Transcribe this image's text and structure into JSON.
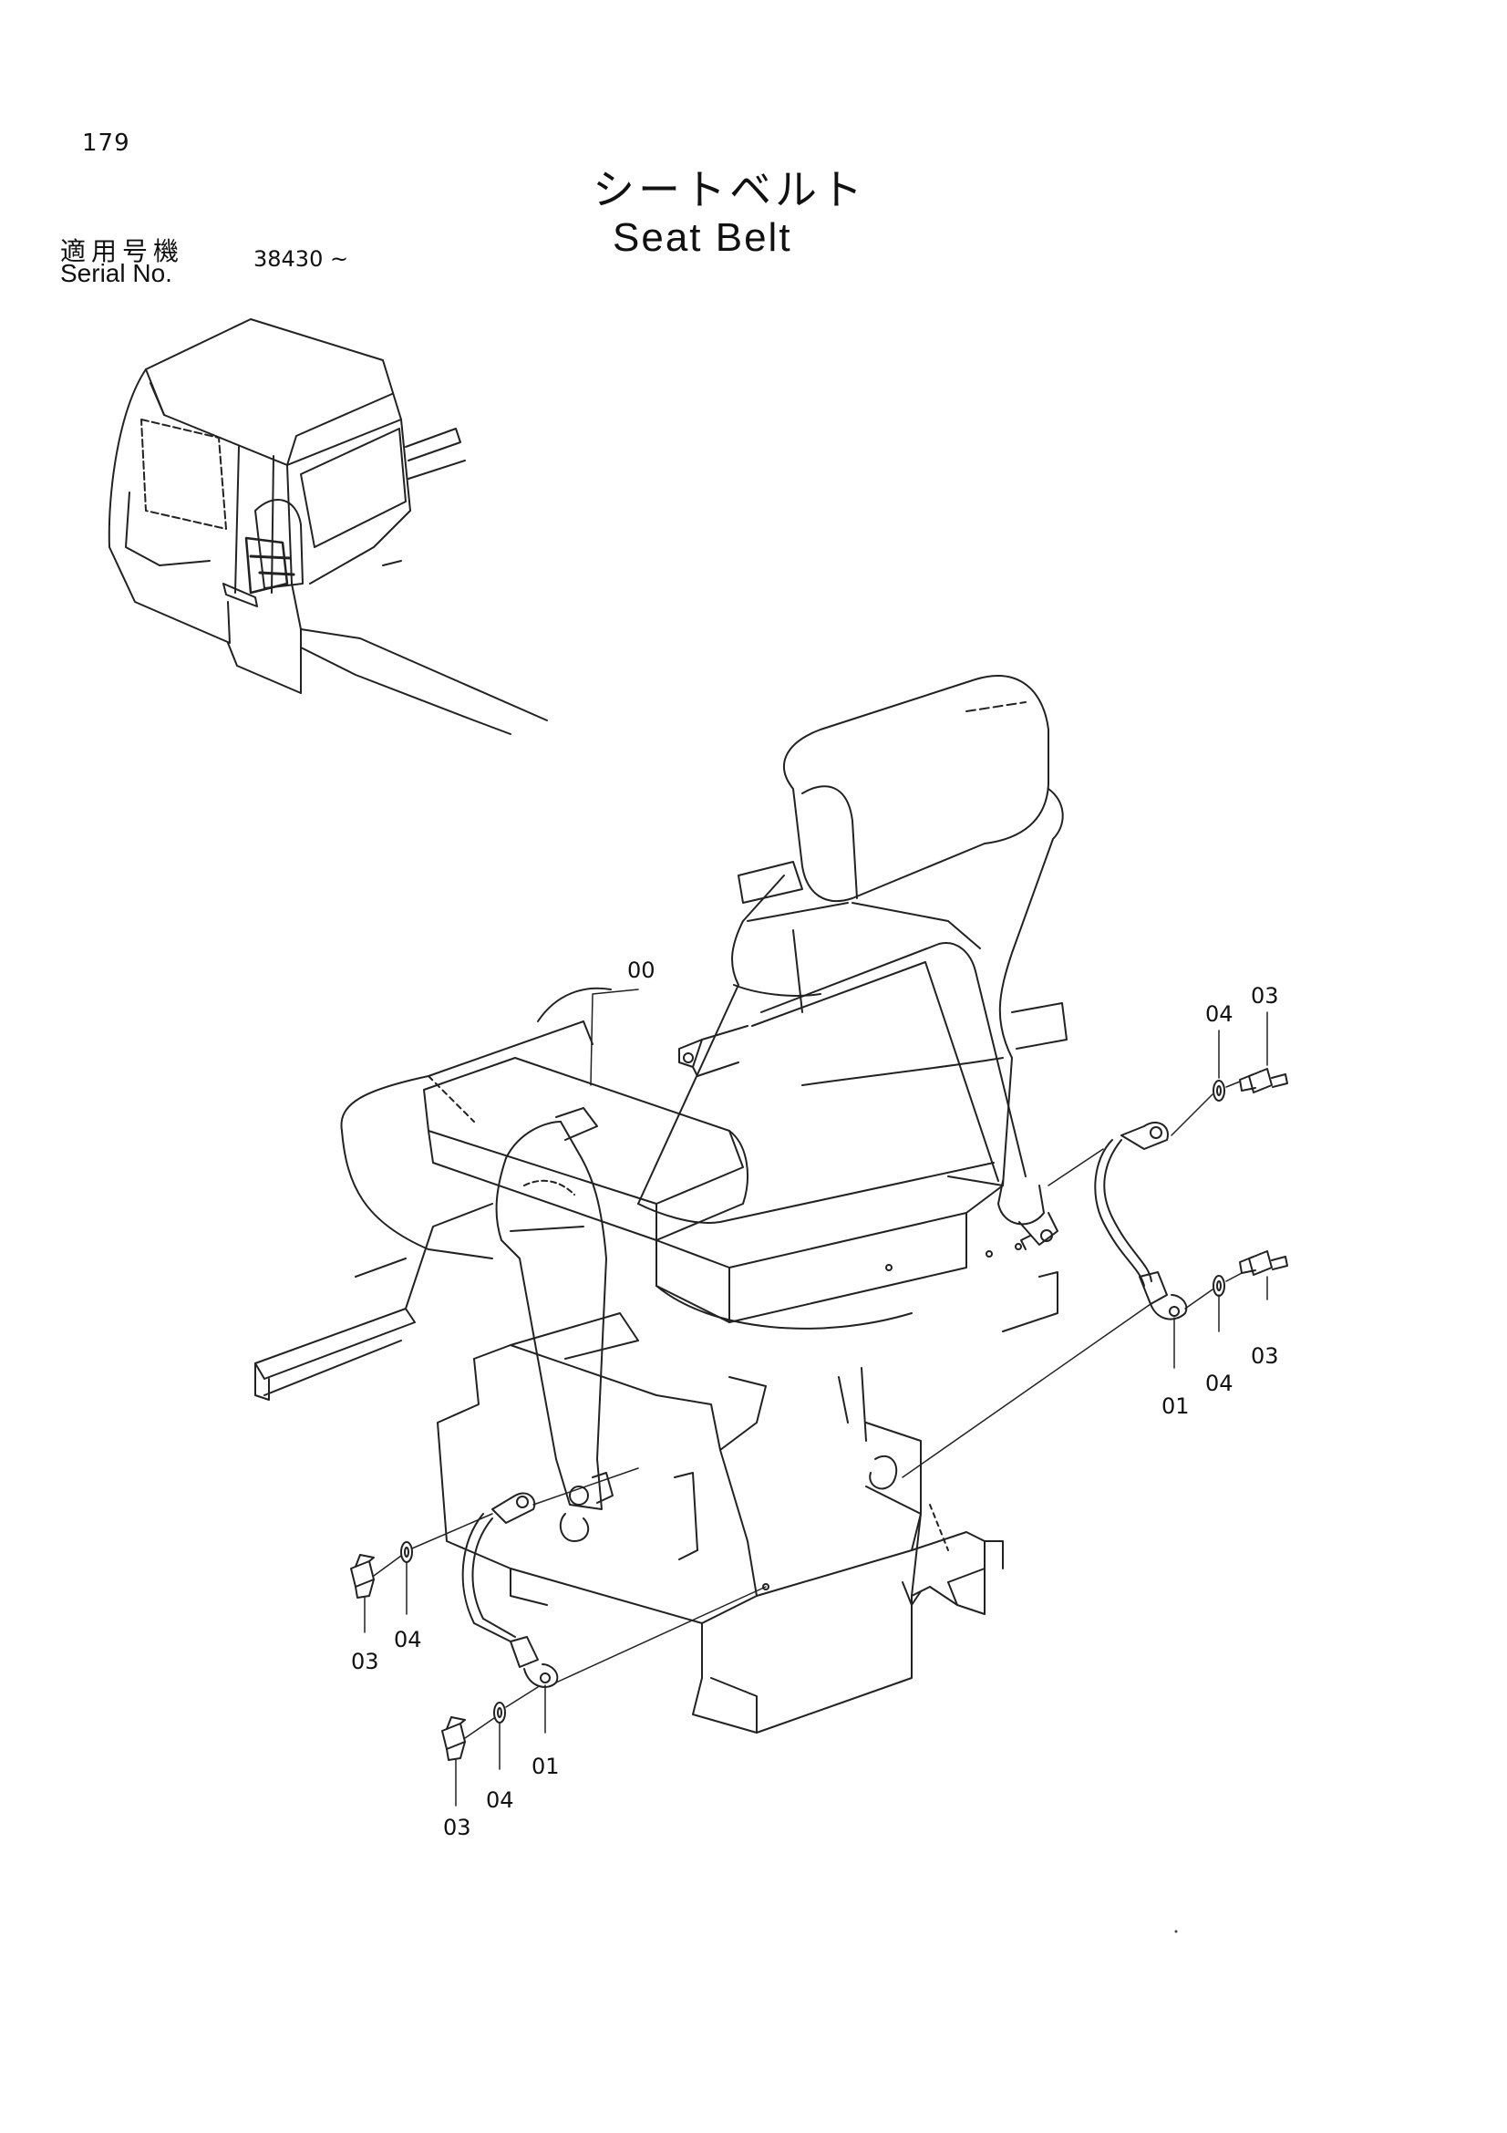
{
  "page": {
    "number": "179"
  },
  "title": {
    "japanese": "シートベルト",
    "english": "Seat Belt"
  },
  "serial": {
    "label_jp": "適用号機",
    "label_en": "Serial No.",
    "value": "38430 ~"
  },
  "callouts": [
    {
      "id": "c00",
      "label": "00"
    },
    {
      "id": "c04a",
      "label": "04"
    },
    {
      "id": "c03a",
      "label": "03"
    },
    {
      "id": "c03b",
      "label": "03"
    },
    {
      "id": "c04b",
      "label": "04"
    },
    {
      "id": "c01a",
      "label": "01"
    },
    {
      "id": "c03c",
      "label": "03"
    },
    {
      "id": "c04c",
      "label": "04"
    },
    {
      "id": "c01b",
      "label": "01"
    },
    {
      "id": "c04d",
      "label": "04"
    },
    {
      "id": "c03d",
      "label": "03"
    }
  ]
}
